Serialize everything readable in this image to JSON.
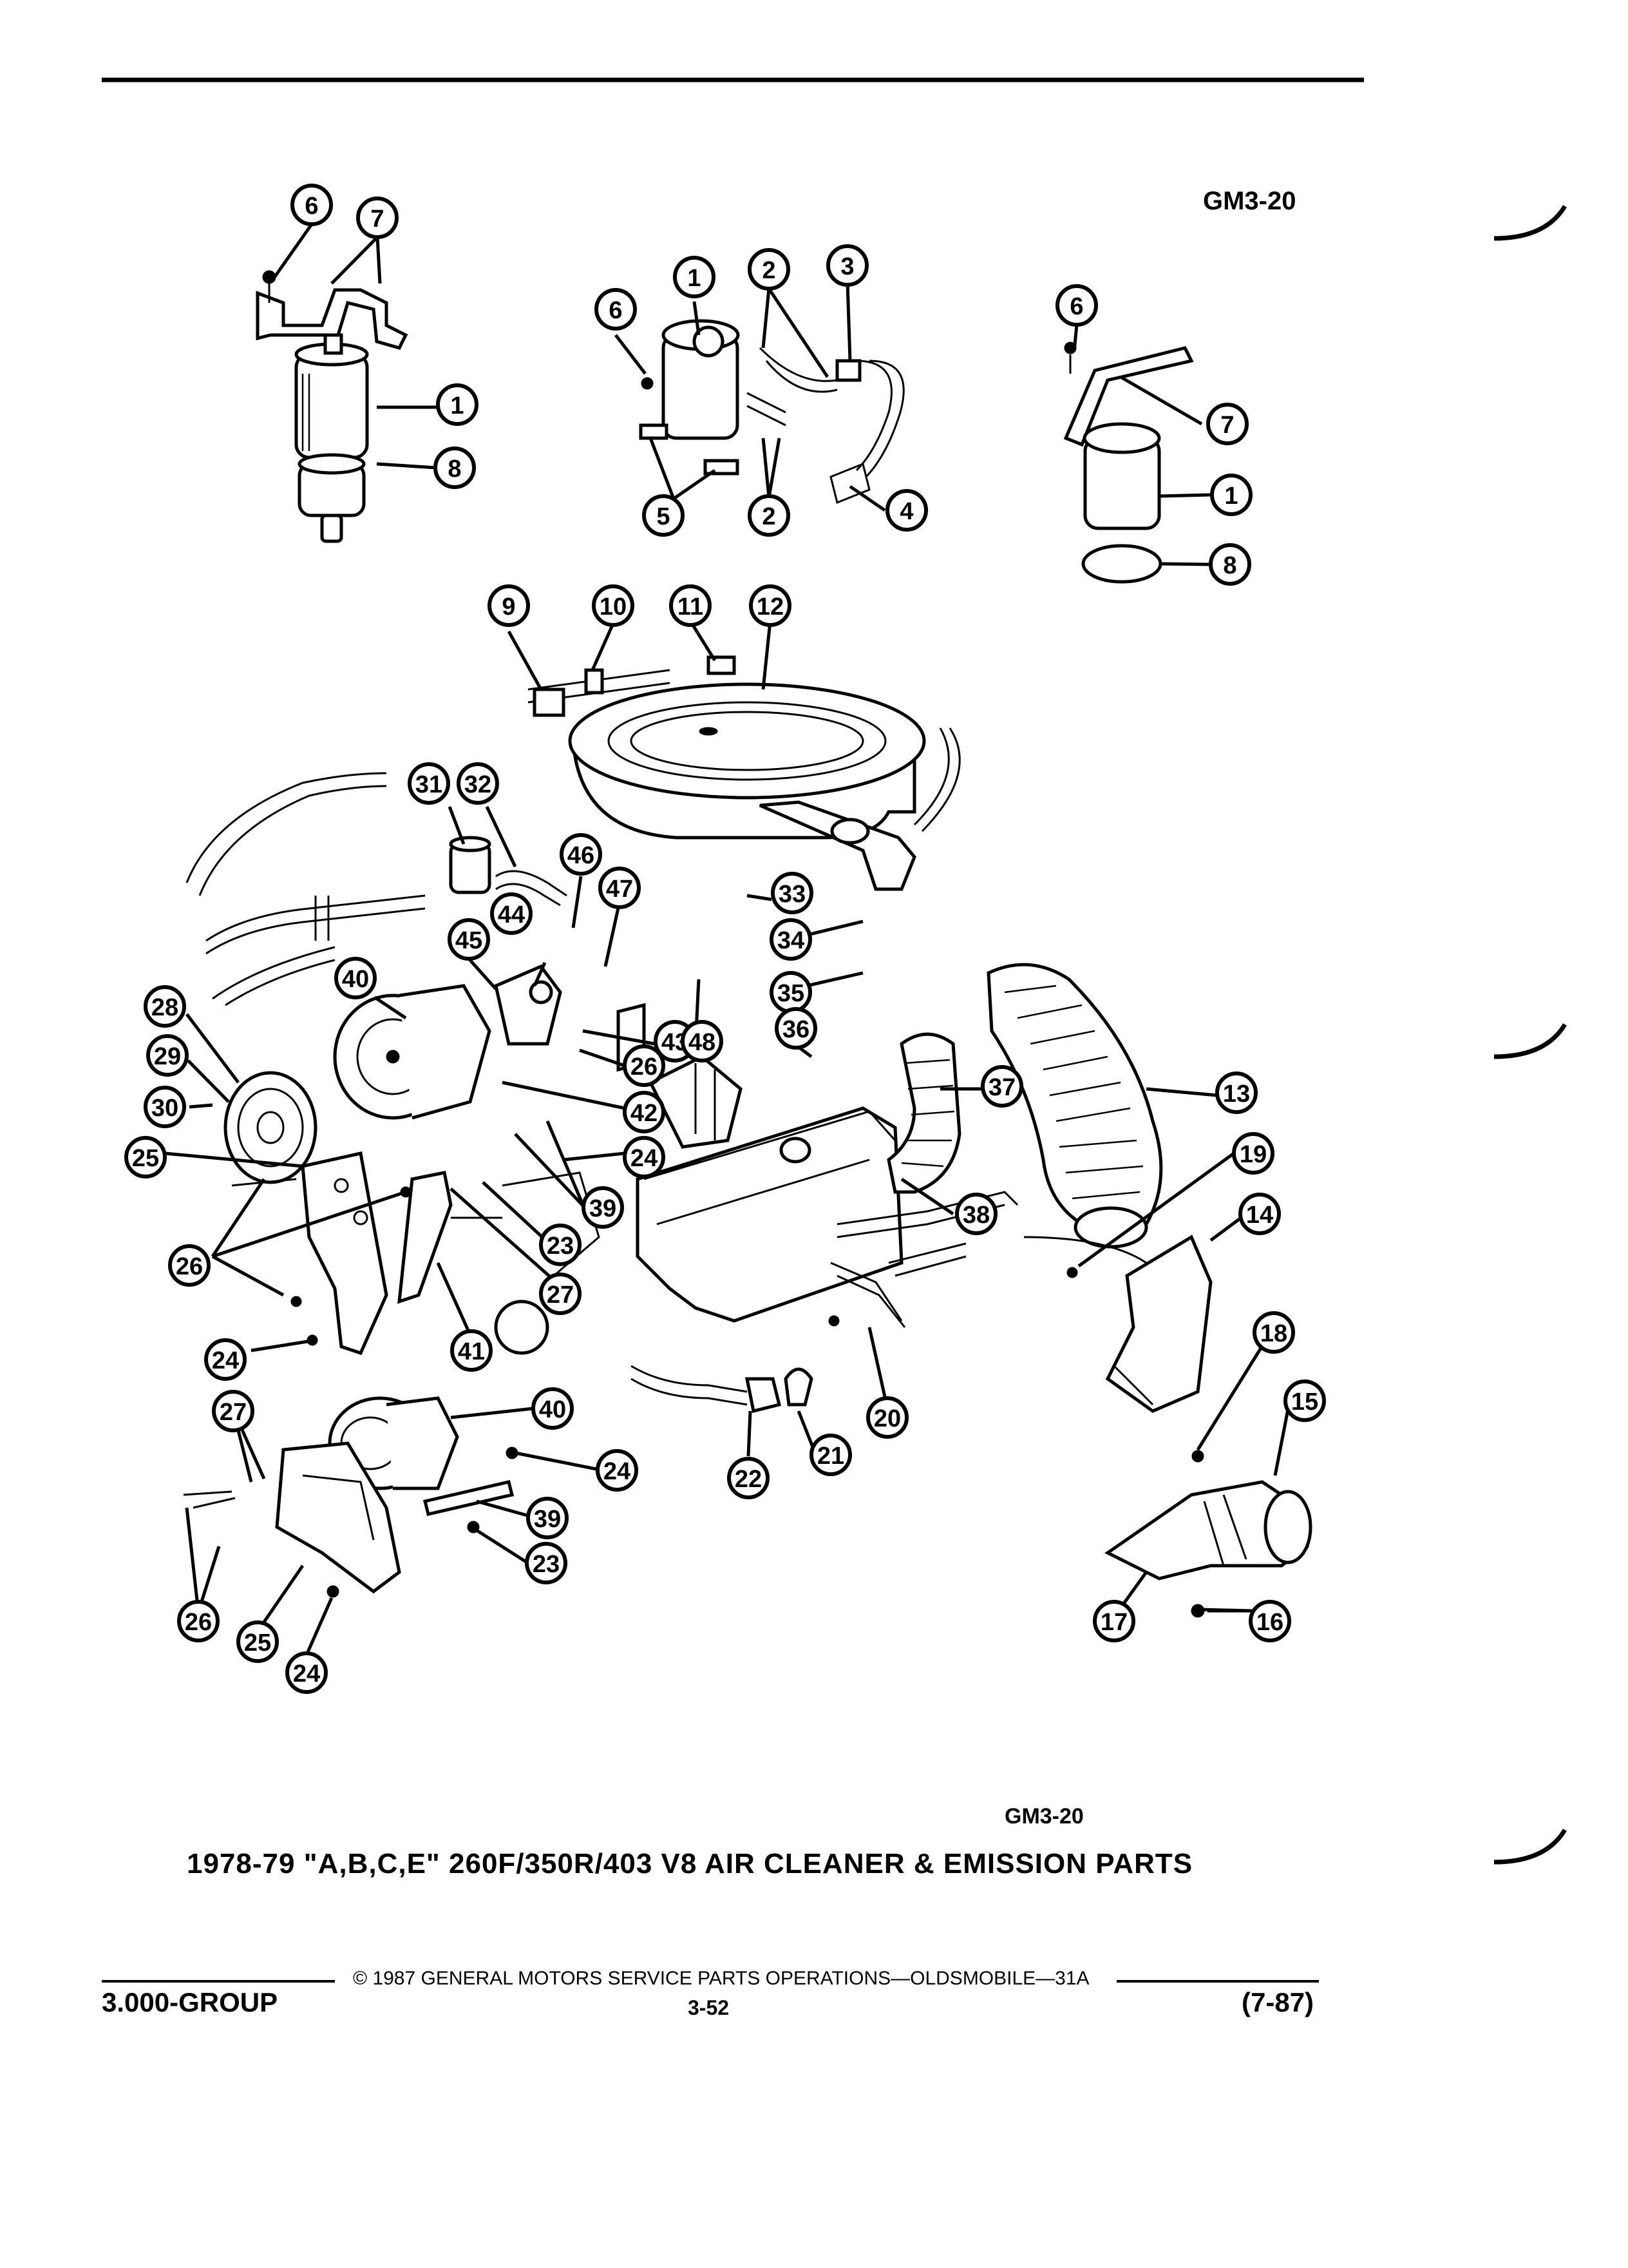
{
  "header": {
    "code_top": "GM3-20",
    "code_bottom": "GM3-20"
  },
  "title": "1978-79 \"A,B,C,E\" 260F/350R/403 V8 AIR CLEANER & EMISSION PARTS",
  "footer": {
    "copyright": "© 1987 GENERAL MOTORS SERVICE PARTS OPERATIONS—OLDSMOBILE—31A",
    "group": "3.000-GROUP",
    "page": "3-52",
    "date": "(7-87)"
  },
  "callouts": [
    "6",
    "7",
    "1",
    "8",
    "6",
    "1",
    "2",
    "3",
    "2",
    "5",
    "4",
    "6",
    "7",
    "1",
    "8",
    "9",
    "10",
    "11",
    "12",
    "31",
    "32",
    "46",
    "47",
    "33",
    "34",
    "44",
    "45",
    "40",
    "35",
    "36",
    "43",
    "48",
    "28",
    "29",
    "30",
    "26",
    "42",
    "37",
    "13",
    "25",
    "24",
    "39",
    "23",
    "19",
    "26",
    "27",
    "38",
    "14",
    "24",
    "41",
    "20",
    "18",
    "27",
    "40",
    "15",
    "22",
    "21",
    "24",
    "39",
    "23",
    "26",
    "25",
    "24",
    "17",
    "16"
  ]
}
